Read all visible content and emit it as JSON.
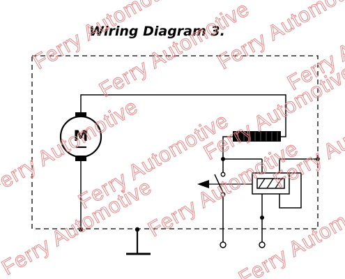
{
  "title": "Wiring Diagram 3.",
  "motor_label": "M",
  "watermark": "Ferry Automotive",
  "colors": {
    "line": "#000000",
    "watermark": "#e88a8a",
    "background": "#ffffff"
  }
}
